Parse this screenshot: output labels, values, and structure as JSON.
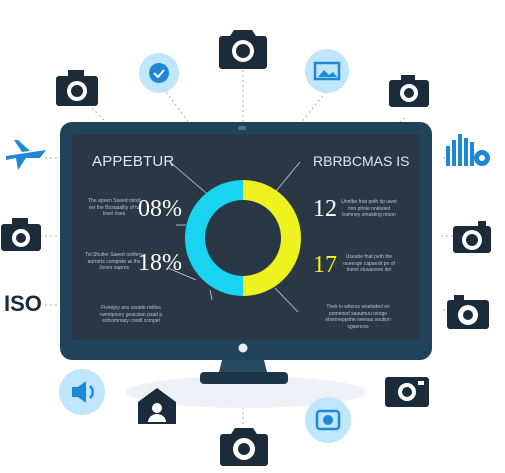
{
  "monitor": {
    "heading_left": "APPEBTUR",
    "heading_right": "RBRBCMAS IS",
    "left_items": [
      {
        "text": "The apeen Sseed roiod ver the Bosqaallty of tu lovel rises",
        "value": "08%"
      },
      {
        "text": "Tol Shutler Saeed oolrtery aurrorts compiste wi ths Jones oaprns",
        "value": "18%"
      },
      {
        "text": "Fiveejoy ans coutde rivilies nwmtpoory geacsian psad p exfcommaty coodl ccmpet",
        "value": ""
      }
    ],
    "right_items": [
      {
        "text": "Unntbe fnat peth tip uwet nnn phole nnkteled tramney emukting ntoon",
        "value": "12"
      },
      {
        "text": "Useabe fnat peth the oueesge capaexit pn of tnenit stuuanees iter",
        "value": "17"
      },
      {
        "text": "Their in witerss woeloded on pomened sauumuu oooge ehonneppohe neexas soution cgaencss",
        "value": ""
      }
    ]
  },
  "labels": {
    "iso": "ISO"
  },
  "colors": {
    "navy": "#1c2b3a",
    "screen": "#2a3744",
    "frame": "#20435a",
    "accent_blue": "#1e88d6",
    "cyan": "#19d4f0",
    "yellow": "#eef21f",
    "light_blue_circle": "#bfe6fb"
  },
  "chart_data": {
    "type": "pie",
    "categories": [
      "",
      ""
    ],
    "values": [
      50,
      50
    ],
    "colors": [
      "#eef21f",
      "#19d4f0"
    ]
  }
}
